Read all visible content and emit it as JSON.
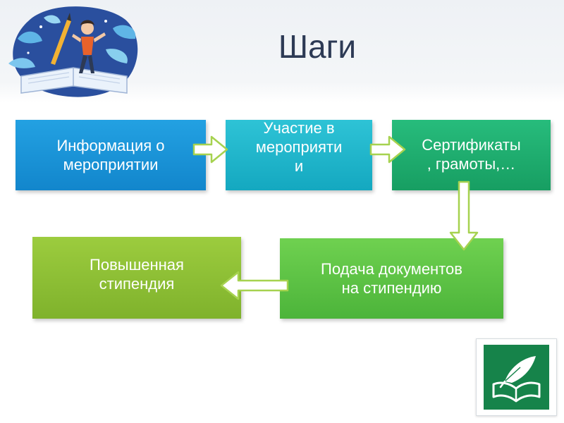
{
  "header": {
    "title": "Шаги"
  },
  "steps": [
    {
      "label": "Информация о\nмероприятии"
    },
    {
      "label": "Участие в\nмероприяти\nи"
    },
    {
      "label": "Сертификаты\n, грамоты,…"
    },
    {
      "label": "Подача документов\nна стипендию"
    },
    {
      "label": "Повышенная\nстипендия"
    }
  ],
  "colors": {
    "step1": "#1b93d8",
    "step2": "#1fb4cb",
    "step3": "#20ad6e",
    "step4": "#5cc244",
    "step5": "#8cbf34",
    "arrow_fill": "#ffffff",
    "arrow_stroke": "#a6d24f",
    "logo": "#16834a"
  },
  "icons": {
    "illustration": "person-on-book-illustration",
    "logo": "quill-and-open-book-icon"
  }
}
